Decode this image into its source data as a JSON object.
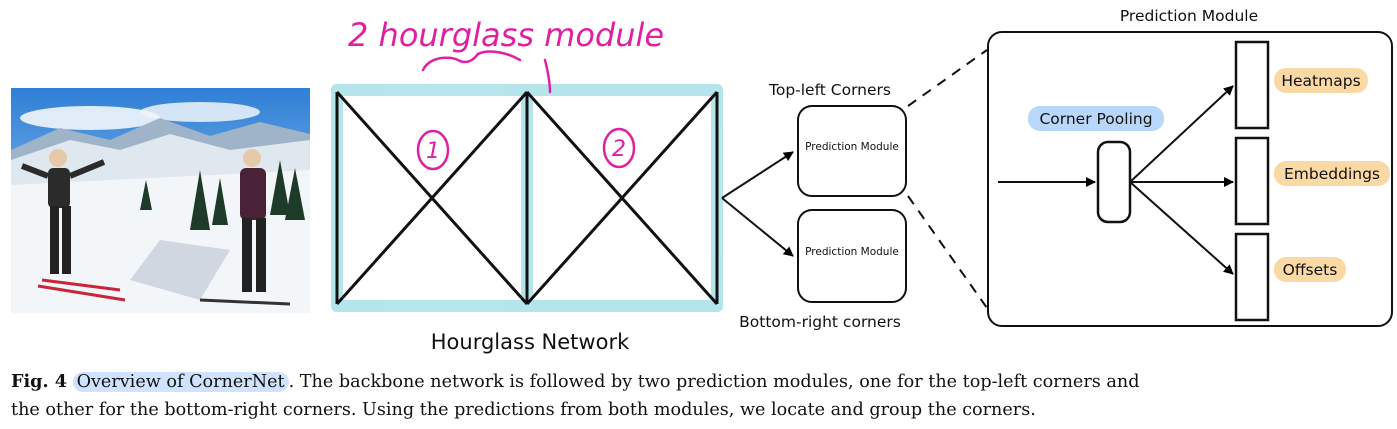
{
  "annotation": {
    "handwritten": "2 hourglass module",
    "circle_1": "1",
    "circle_2": "2"
  },
  "labels": {
    "hourglass_network": "Hourglass Network",
    "top_left": "Top-left Corners",
    "bottom_right": "Bottom-right corners",
    "prediction_module_title": "Prediction Module",
    "prediction_module_small": "Prediction Module",
    "corner_pooling": "Corner Pooling",
    "heatmaps": "Heatmaps",
    "embeddings": "Embeddings",
    "offsets": "Offsets"
  },
  "caption": {
    "fig_label": "Fig. 4",
    "highlighted": "Overview of CornerNet",
    "line1_rest": ". The backbone network is followed by two prediction modules, one for the top-left corners and",
    "line2": "the other for the bottom-right corners. Using the predictions from both modules, we locate and group the corners."
  },
  "colors": {
    "cyan_highlight": "#8fd8e0",
    "magenta_ink": "#e020a0",
    "blue_pill": "#b9d7fb",
    "orange_pill": "#fad9a4"
  },
  "photo": {
    "description_icon": "skiers-photo"
  }
}
